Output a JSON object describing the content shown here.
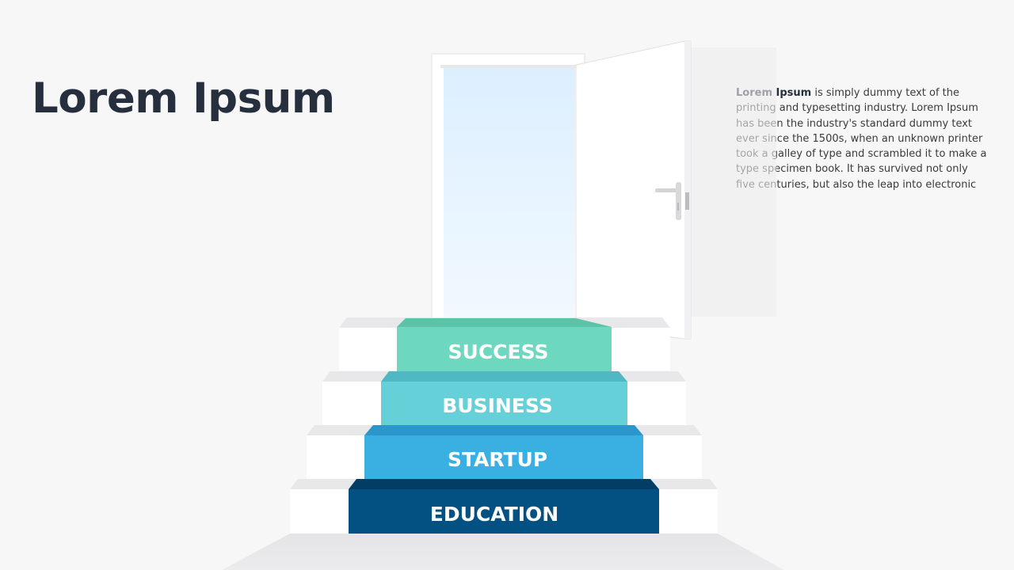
{
  "title": "Lorem Ipsum",
  "description": {
    "lead": "Lorem Ipsum",
    "body": " is simply dummy text of the printing and typesetting industry. Lorem Ipsum has been the industry's standard dummy text ever since the 1500s, when an unknown printer took a galley of type and scrambled it to make a type specimen book. It has survived not only five centuries, but also the leap into electronic"
  },
  "steps": [
    {
      "label": "SUCCESS",
      "color": "#6dd8bf",
      "top_color": "#5cc2a8"
    },
    {
      "label": "BUSINESS",
      "color": "#65d0d8",
      "top_color": "#50b8c2"
    },
    {
      "label": "STARTUP",
      "color": "#3ab0e2",
      "top_color": "#2b96cc"
    },
    {
      "label": "EDUCATION",
      "color": "#035183",
      "top_color": "#023d66"
    }
  ]
}
